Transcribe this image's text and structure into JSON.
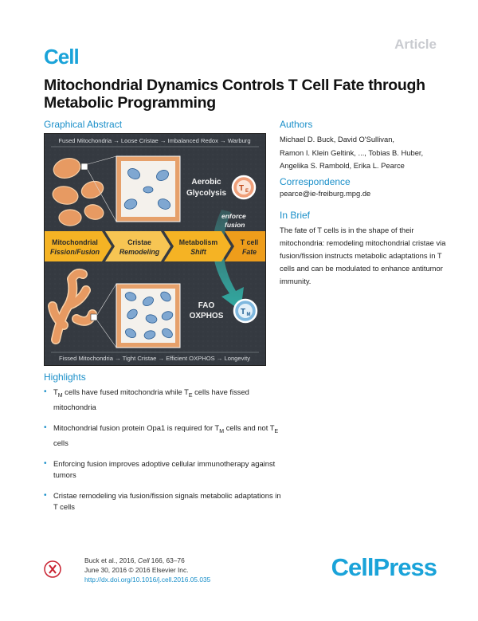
{
  "header": {
    "article_label": "Article",
    "journal_logo": "Cell",
    "title": "Mitochondrial Dynamics Controls T Cell Fate through Metabolic Programming"
  },
  "graphical_abstract": {
    "heading": "Graphical Abstract",
    "top_bar": "Fused Mitochondria → Loose Cristae → Imbalanced Redox → Warburg",
    "bottom_bar": "Fissed Mitochondria → Tight Cristae → Efficient OXPHOS → Longevity",
    "aerobic": "Aerobic",
    "glycolysis": "Glycolysis",
    "enforce": "enforce",
    "fusion": "fusion",
    "fao": "FAO",
    "oxphos": "OXPHOS",
    "te": "T",
    "te_sub": "E",
    "tm": "T",
    "tm_sub": "M",
    "arrows": [
      {
        "l1": "Mitochondrial",
        "l2": "Fission/Fusion"
      },
      {
        "l1": "Cristae",
        "l2": "Remodeling"
      },
      {
        "l1": "Metabolism",
        "l2": "Shift"
      },
      {
        "l1": "T cell",
        "l2": "Fate"
      }
    ],
    "colors": {
      "background": "#34393f",
      "arrow": "#f5b324",
      "teal": "#2fb7ad",
      "mito": "#e79a62"
    }
  },
  "authors": {
    "heading": "Authors",
    "line1": "Michael D. Buck, David O'Sullivan,",
    "line2": "Ramon I. Klein Geltink, ..., Tobias B. Huber,",
    "line3": "Angelika S. Rambold, Erika L. Pearce"
  },
  "correspondence": {
    "heading": "Correspondence",
    "email": "pearce@ie-freiburg.mpg.de"
  },
  "in_brief": {
    "heading": "In Brief",
    "text": "The fate of T cells is in the shape of their mitochondria: remodeling mitochondrial cristae via fusion/fission instructs metabolic adaptations in T cells and can be modulated to enhance antitumor immunity."
  },
  "highlights": {
    "heading": "Highlights",
    "items": [
      {
        "a": "T",
        "sub1": "M",
        "b": " cells have fused mitochondria while T",
        "sub2": "E",
        "c": " cells have fissed mitochondria"
      },
      {
        "a": "Mitochondrial fusion protein Opa1 is required for T",
        "sub1": "M",
        "b": " cells and not T",
        "sub2": "E",
        "c": " cells"
      },
      {
        "a": "Enforcing fusion improves adoptive cellular immunotherapy against tumors"
      },
      {
        "a": "Cristae remodeling via fusion/fission signals metabolic adaptations in T cells"
      }
    ]
  },
  "citation": {
    "line1_a": "Buck et al., 2016, ",
    "line1_b": "Cell",
    "line1_c": " 166, 63–76",
    "line2": "June 30, 2016 © 2016 Elsevier Inc.",
    "doi": "http://dx.doi.org/10.1016/j.cell.2016.05.035"
  },
  "publisher_logo": {
    "cell": "Cell",
    "press": "Press"
  }
}
